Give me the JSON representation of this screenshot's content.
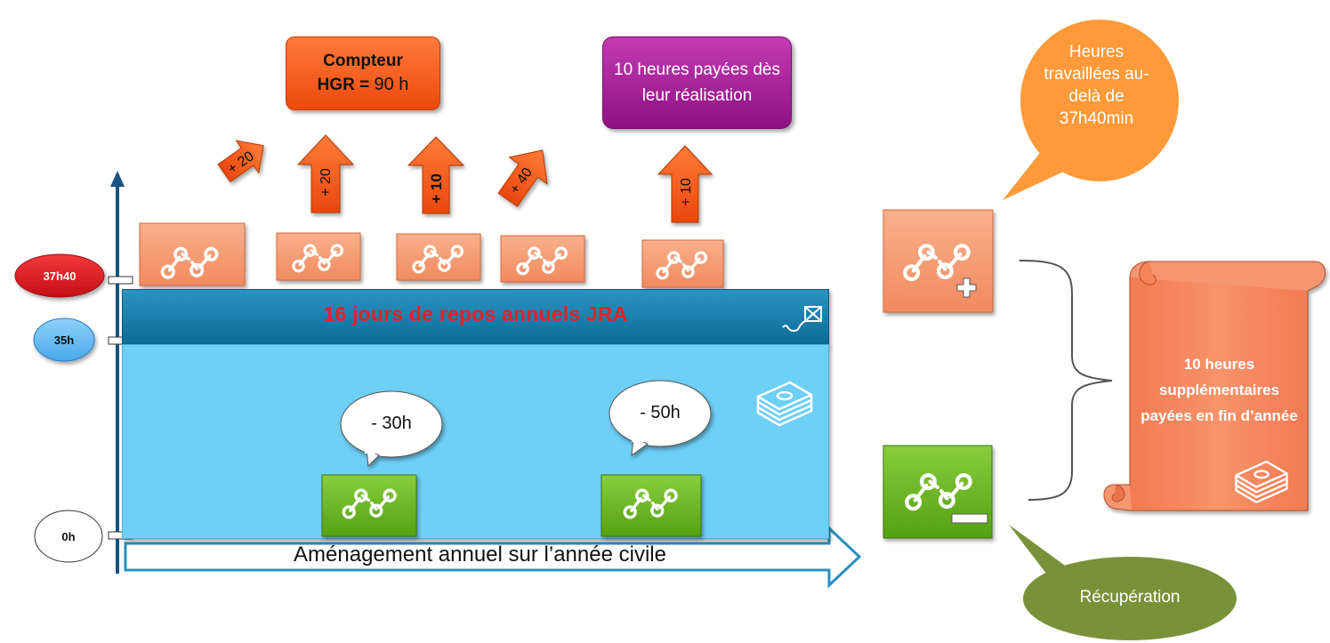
{
  "counter_box": {
    "line1": "Compteur",
    "line2": "HGR = ",
    "value": "90 h",
    "color": "#ef5316"
  },
  "paid_box": {
    "text": "10 heures payées dès leur réalisation",
    "color": "#a3209a"
  },
  "arrows": [
    {
      "label": "+ 20",
      "direction": "up-right"
    },
    {
      "label": "+ 20",
      "direction": "up"
    },
    {
      "label": "+ 10",
      "direction": "up"
    },
    {
      "label": "+ 40",
      "direction": "up-left"
    },
    {
      "label": "+ 10",
      "direction": "up"
    }
  ],
  "axis_markers": [
    {
      "label": "37h40",
      "color": "#e0161f"
    },
    {
      "label": "35h",
      "color": "#64baf2"
    },
    {
      "label": "0h",
      "color": "#ffffff"
    }
  ],
  "band_jra": {
    "label": "16 jours de repos annuels JRA",
    "color": "#167cab"
  },
  "area_color": "#6ecff7",
  "speech_bubbles": [
    "- 30h",
    "- 50h"
  ],
  "timeline_label": "Aménagement annuel sur l’année civile",
  "overtime_bubble": {
    "text": "Heures travaillées au-delà de 37h40min",
    "color": "#ff9a3a"
  },
  "scroll": {
    "text": "10 heures supplémentaires payées en fin d’année",
    "color": "#f4835a"
  },
  "recovery_bubble": {
    "text": "Récupération",
    "color": "#78923a"
  },
  "tile_colors": {
    "plus": "#f59a72",
    "minus": "#6ab222"
  },
  "icons": [
    "chain-path-icon",
    "kite-icon",
    "banknotes-icon",
    "plus-icon",
    "minus-icon",
    "brace-icon"
  ]
}
